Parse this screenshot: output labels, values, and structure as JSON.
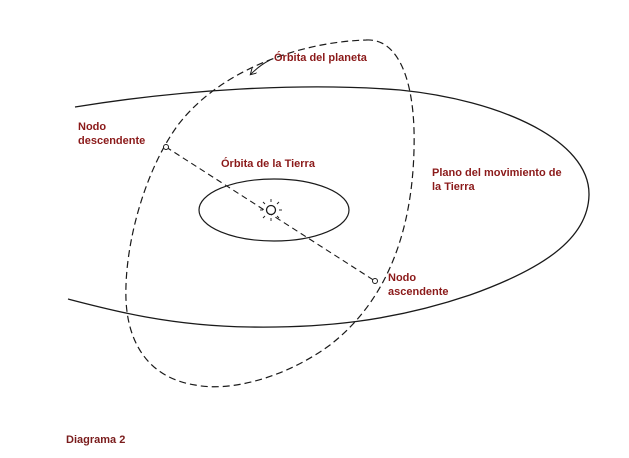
{
  "colors": {
    "label": "#8b1a1a",
    "footer": "#7a1c1c",
    "ink": "#1a1a1a"
  },
  "labels": {
    "planet_orbit": "Órbita del planeta",
    "descending_node_line1": "Nodo",
    "descending_node_line2": "descendente",
    "earth_orbit": "Órbita de la Tierra",
    "earth_plane_line1": "Plano del movimiento de",
    "earth_plane_line2": "la Tierra",
    "ascending_node_line1": "Nodo",
    "ascending_node_line2": "ascendente"
  },
  "footer": {
    "title": "Diagrama 2"
  }
}
